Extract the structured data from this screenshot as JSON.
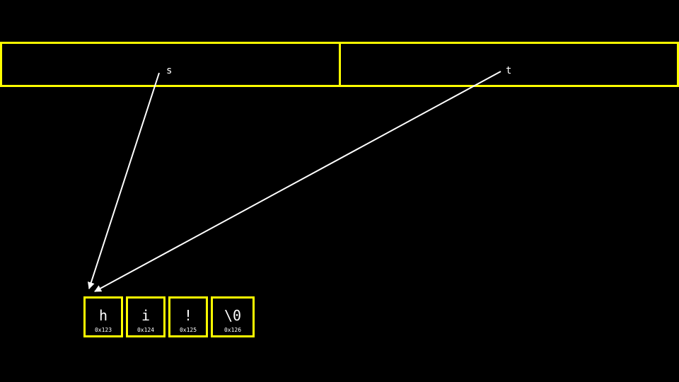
{
  "pointers": [
    {
      "name": "s"
    },
    {
      "name": "t"
    }
  ],
  "string_cells": [
    {
      "char": "h",
      "address": "0x123"
    },
    {
      "char": "i",
      "address": "0x124"
    },
    {
      "char": "!",
      "address": "0x125"
    },
    {
      "char": "\\0",
      "address": "0x126"
    }
  ],
  "colors": {
    "box": "#ffff00",
    "arrow": "#ffffff",
    "background": "#000000"
  }
}
